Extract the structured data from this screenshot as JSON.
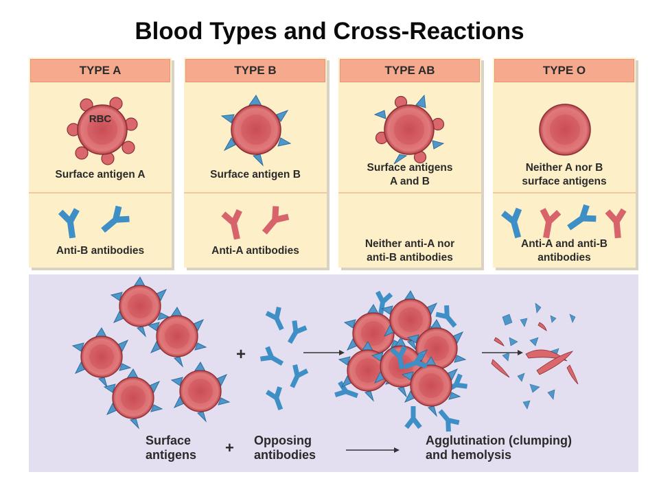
{
  "title": "Blood Types and Cross-Reactions",
  "colors": {
    "card_bg": "#fdf0c8",
    "header_bg": "#f5a98d",
    "rbc_red": "#d85a5e",
    "antigen_blue": "#4f96c9",
    "antibody_blue": "#3f8fc7",
    "antibody_red": "#d7646a",
    "bottom_bg": "#e3def0"
  },
  "types": [
    {
      "header": "TYPE A",
      "rbc_label": "RBC",
      "antigen_text": [
        "Surface antigen A"
      ],
      "antibody_text": [
        "Anti-B antibodies"
      ]
    },
    {
      "header": "TYPE B",
      "antigen_text": [
        "Surface antigen B"
      ],
      "antibody_text": [
        "Anti-A antibodies"
      ]
    },
    {
      "header": "TYPE AB",
      "antigen_text": [
        "Surface antigens",
        "A and B"
      ],
      "antibody_text": [
        "Neither anti-A nor",
        "anti-B antibodies"
      ]
    },
    {
      "header": "TYPE O",
      "antigen_text": [
        "Neither A nor B",
        "surface antigens"
      ],
      "antibody_text": [
        "Anti-A and anti-B",
        "antibodies"
      ]
    }
  ],
  "reaction": {
    "label_1": [
      "Surface",
      "antigens"
    ],
    "plus_1": "+",
    "label_2": [
      "Opposing",
      "antibodies"
    ],
    "plus_2": "+",
    "label_3": [
      "Agglutination (clumping)",
      "and hemolysis"
    ]
  }
}
